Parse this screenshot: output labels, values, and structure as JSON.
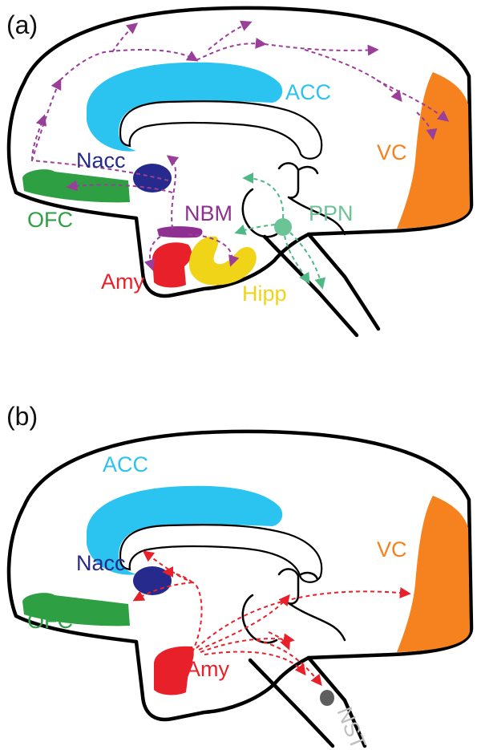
{
  "colors": {
    "acc": "#2bc3f0",
    "vc": "#f5821f",
    "ofc": "#2ea043",
    "nacc": "#252a8c",
    "amy": "#e8202a",
    "hipp": "#f0d418",
    "nbm": "#8e2f91",
    "ppn": "#6cc396",
    "nst": "#5e5e5e",
    "nst_label": "#bfbfbf",
    "cholinergic_arrows": "#9a3f99",
    "ppn_arrows": "#4fb885",
    "amygdala_arrows": "#e8202a"
  },
  "panel_a": {
    "label": "(a)",
    "regions": {
      "acc": "ACC",
      "vc": "VC",
      "nacc": "Nacc",
      "ofc": "OFC",
      "nbm": "NBM",
      "ppn": "PPN",
      "amy": "Amy",
      "hipp": "Hipp"
    }
  },
  "panel_b": {
    "label": "(b)",
    "regions": {
      "acc": "ACC",
      "vc": "VC",
      "nacc": "Nacc",
      "ofc": "OFC",
      "amy": "Amy",
      "nst": "NST"
    }
  }
}
